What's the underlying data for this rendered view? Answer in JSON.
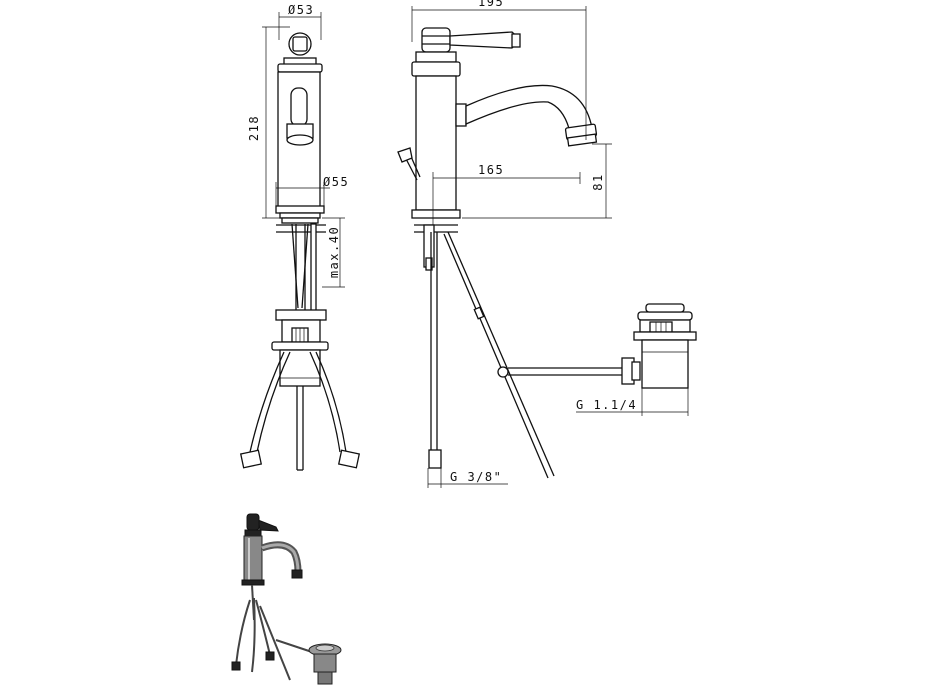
{
  "dimensions": {
    "dia_53": "Ø53",
    "width_195": "195",
    "height_218": "218",
    "dia_55": "Ø55",
    "reach_165": "165",
    "height_81": "81",
    "max_40": "max.40",
    "thread_g114": "G 1.1/4",
    "thread_g38": "G 3/8\""
  }
}
